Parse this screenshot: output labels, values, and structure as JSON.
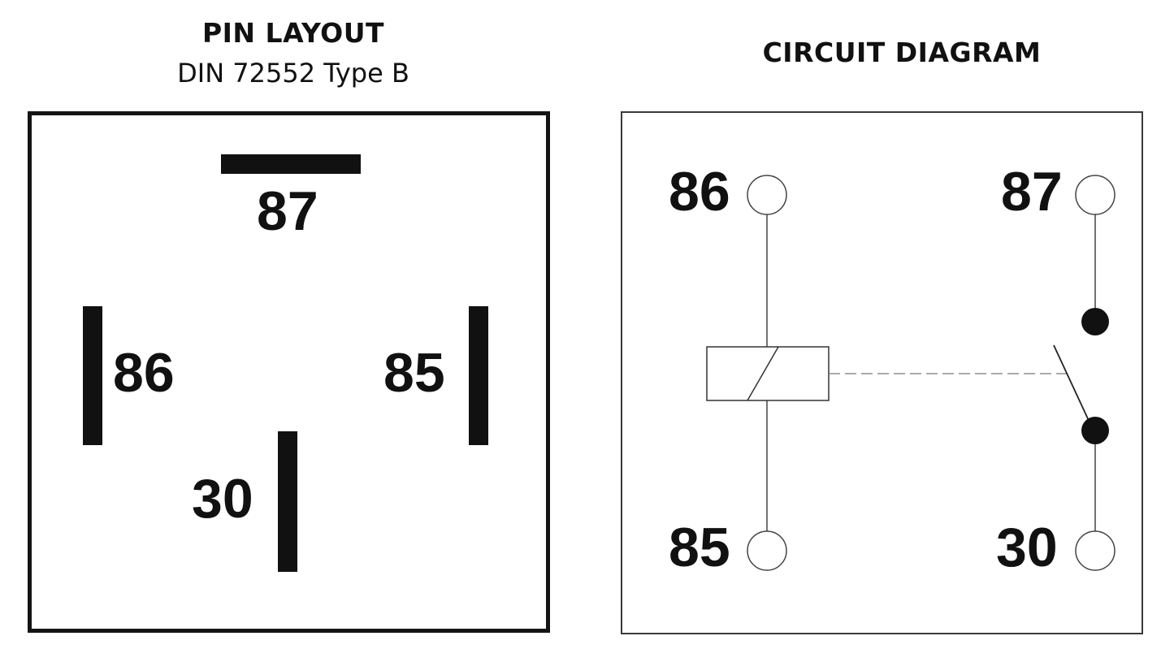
{
  "pin_layout": {
    "title": "PIN LAYOUT",
    "subtitle": "DIN 72552 Type B",
    "pins": [
      {
        "id": "87",
        "label": "87",
        "orientation": "horizontal"
      },
      {
        "id": "86",
        "label": "86",
        "orientation": "vertical"
      },
      {
        "id": "85",
        "label": "85",
        "orientation": "vertical"
      },
      {
        "id": "30",
        "label": "30",
        "orientation": "vertical"
      }
    ]
  },
  "circuit_diagram": {
    "title": "CIRCUIT DIAGRAM",
    "terminals": [
      {
        "id": "86",
        "label": "86"
      },
      {
        "id": "87",
        "label": "87"
      },
      {
        "id": "85",
        "label": "85"
      },
      {
        "id": "30",
        "label": "30"
      }
    ],
    "elements": [
      "relay-coil",
      "switch-contact",
      "mechanical-linkage-dashed"
    ]
  },
  "colors": {
    "ink": "#111111",
    "background": "#ffffff",
    "line": "#333333"
  }
}
